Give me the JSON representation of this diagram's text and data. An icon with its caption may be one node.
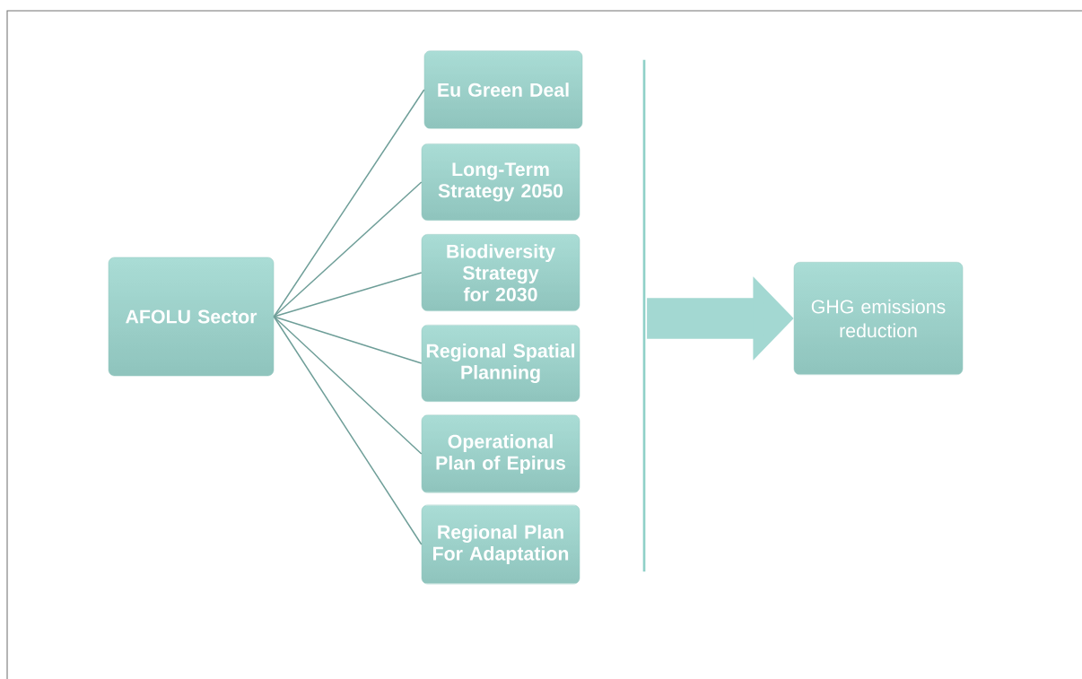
{
  "diagram": {
    "nodes": [
      {
        "text": [
          "AFOLU Sector"
        ]
      },
      {
        "text": [
          "Eu Green Deal"
        ]
      },
      {
        "text": [
          "Long-Term Strategy 2050"
        ]
      },
      {
        "text": [
          "Biodiversity Strategy for 2030"
        ]
      },
      {
        "text": [
          "Regional Spatial Planning"
        ]
      },
      {
        "text": [
          "Operational Plan of Epirus"
        ]
      },
      {
        "text": [
          "Regional Plan For Adaptation"
        ]
      },
      {
        "text": [],
        "shape": "bar"
      },
      {
        "text": [
          "GHG emissions reduction"
        ]
      }
    ],
    "edges": [
      {
        "from": 0,
        "to": 1,
        "arrow": "none"
      },
      {
        "from": 0,
        "to": 2,
        "arrow": "none"
      },
      {
        "from": 0,
        "to": 3,
        "arrow": "none"
      },
      {
        "from": 0,
        "to": 4,
        "arrow": "none"
      },
      {
        "from": 0,
        "to": 5,
        "arrow": "none"
      },
      {
        "from": 0,
        "to": 6,
        "arrow": "none"
      },
      {
        "from": 7,
        "to": 8,
        "arrow": "to",
        "style": "thick",
        "color": "#a3d8d2"
      }
    ]
  }
}
